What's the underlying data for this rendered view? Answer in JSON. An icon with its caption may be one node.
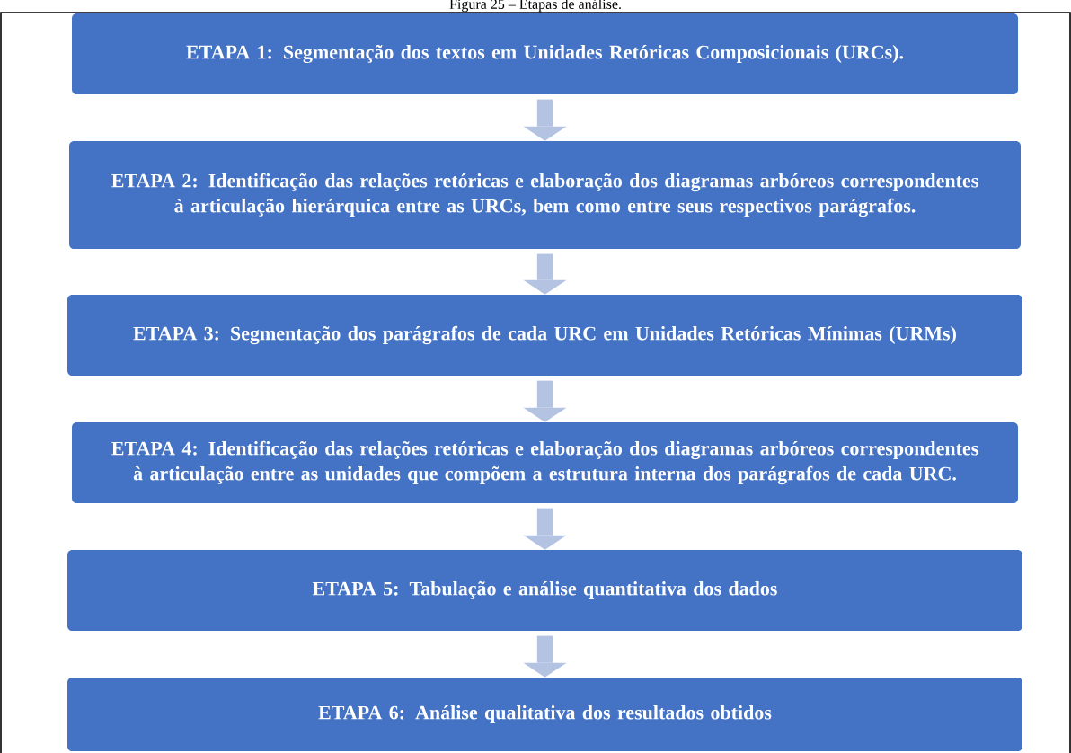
{
  "diagram": {
    "title": "Figura 25 – Etapas de análise.",
    "nodes": [
      {
        "text": [
          "ETAPA 1: Segmentação dos textos em Unidades Retóricas Composicionais (URCs)."
        ]
      },
      {
        "text": [
          "ETAPA 2: Identificação das relações retóricas e elaboração dos diagramas arbóreos correspondentes à articulação hierárquica entre as URCs, bem como entre seus respectivos parágrafos."
        ]
      },
      {
        "text": [
          "ETAPA 3: Segmentação dos parágrafos de cada URC em Unidades Retóricas Mínimas (URMs)"
        ]
      },
      {
        "text": [
          "ETAPA 4: Identificação das relações retóricas e elaboração dos diagramas arbóreos correspondentes à articulação entre as unidades que compõem a estrutura interna dos parágrafos de cada URC."
        ]
      },
      {
        "text": [
          "ETAPA 5: Tabulação e análise quantitativa dos dados"
        ]
      },
      {
        "text": [
          "ETAPA 6: Análise qualitativa dos resultados obtidos"
        ]
      }
    ],
    "edges": [
      {
        "from": 0,
        "to": 1,
        "arrow": "to"
      },
      {
        "from": 1,
        "to": 2,
        "arrow": "to"
      },
      {
        "from": 2,
        "to": 3,
        "arrow": "to"
      },
      {
        "from": 3,
        "to": 4,
        "arrow": "to"
      },
      {
        "from": 4,
        "to": 5,
        "arrow": "to"
      }
    ]
  }
}
